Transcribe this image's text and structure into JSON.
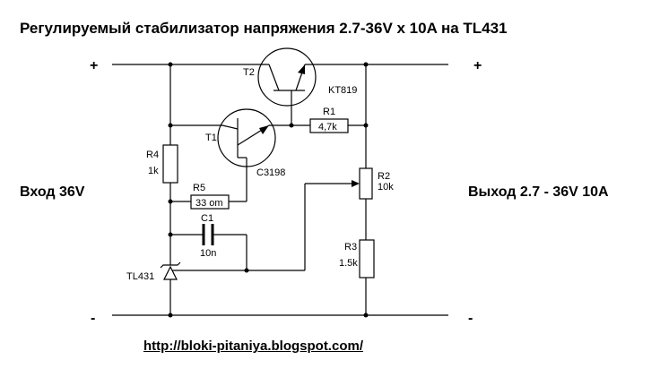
{
  "title": "Регулируемый стабилизатор напряжения 2.7-36V x 10A  на TL431",
  "input_label": "Вход 36V",
  "output_label": "Выход 2.7 - 36V 10A",
  "url": "http://bloki-pitaniya.blogspot.com/",
  "terminals": {
    "plus": "+",
    "minus": "-"
  },
  "components": {
    "t1": {
      "ref": "T1",
      "part": "C3198"
    },
    "t2": {
      "ref": "T2",
      "part": "KT819"
    },
    "r1": {
      "ref": "R1",
      "value": "4,7k"
    },
    "r2": {
      "ref": "R2",
      "value": "10k"
    },
    "r3": {
      "ref": "R3",
      "value": "1.5k"
    },
    "r4": {
      "ref": "R4",
      "value": "1k"
    },
    "r5": {
      "ref": "R5",
      "value": "33 om"
    },
    "c1": {
      "ref": "C1",
      "value": "10n"
    },
    "u1": {
      "ref": "TL431"
    }
  }
}
